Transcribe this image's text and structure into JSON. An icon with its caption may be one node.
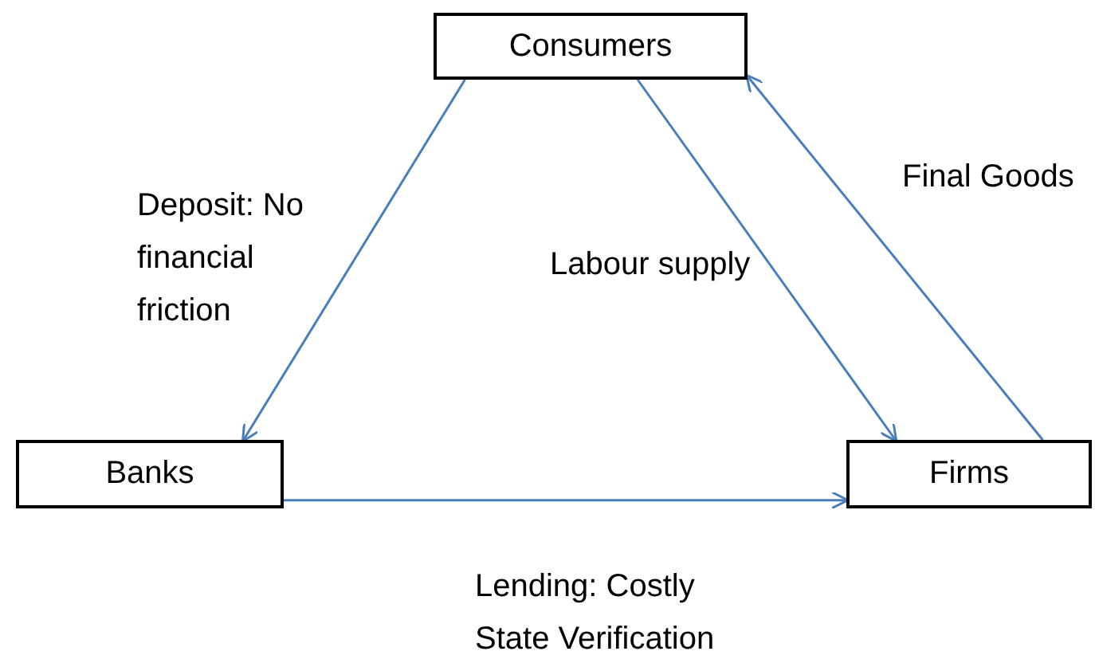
{
  "diagram": {
    "nodes": [
      {
        "text": [
          "Consumers"
        ]
      },
      {
        "text": [
          "Banks"
        ]
      },
      {
        "text": [
          "Firms"
        ]
      }
    ],
    "edges": [
      {
        "from": 0,
        "to": 1,
        "arrow": "to",
        "label": "Deposit: No financial friction"
      },
      {
        "from": 0,
        "to": 2,
        "arrow": "to",
        "label": "Labour supply"
      },
      {
        "from": 2,
        "to": 0,
        "arrow": "to",
        "label": "Final Goods"
      },
      {
        "from": 1,
        "to": 2,
        "arrow": "to",
        "label": "Lending: Costly State Verification"
      }
    ]
  }
}
